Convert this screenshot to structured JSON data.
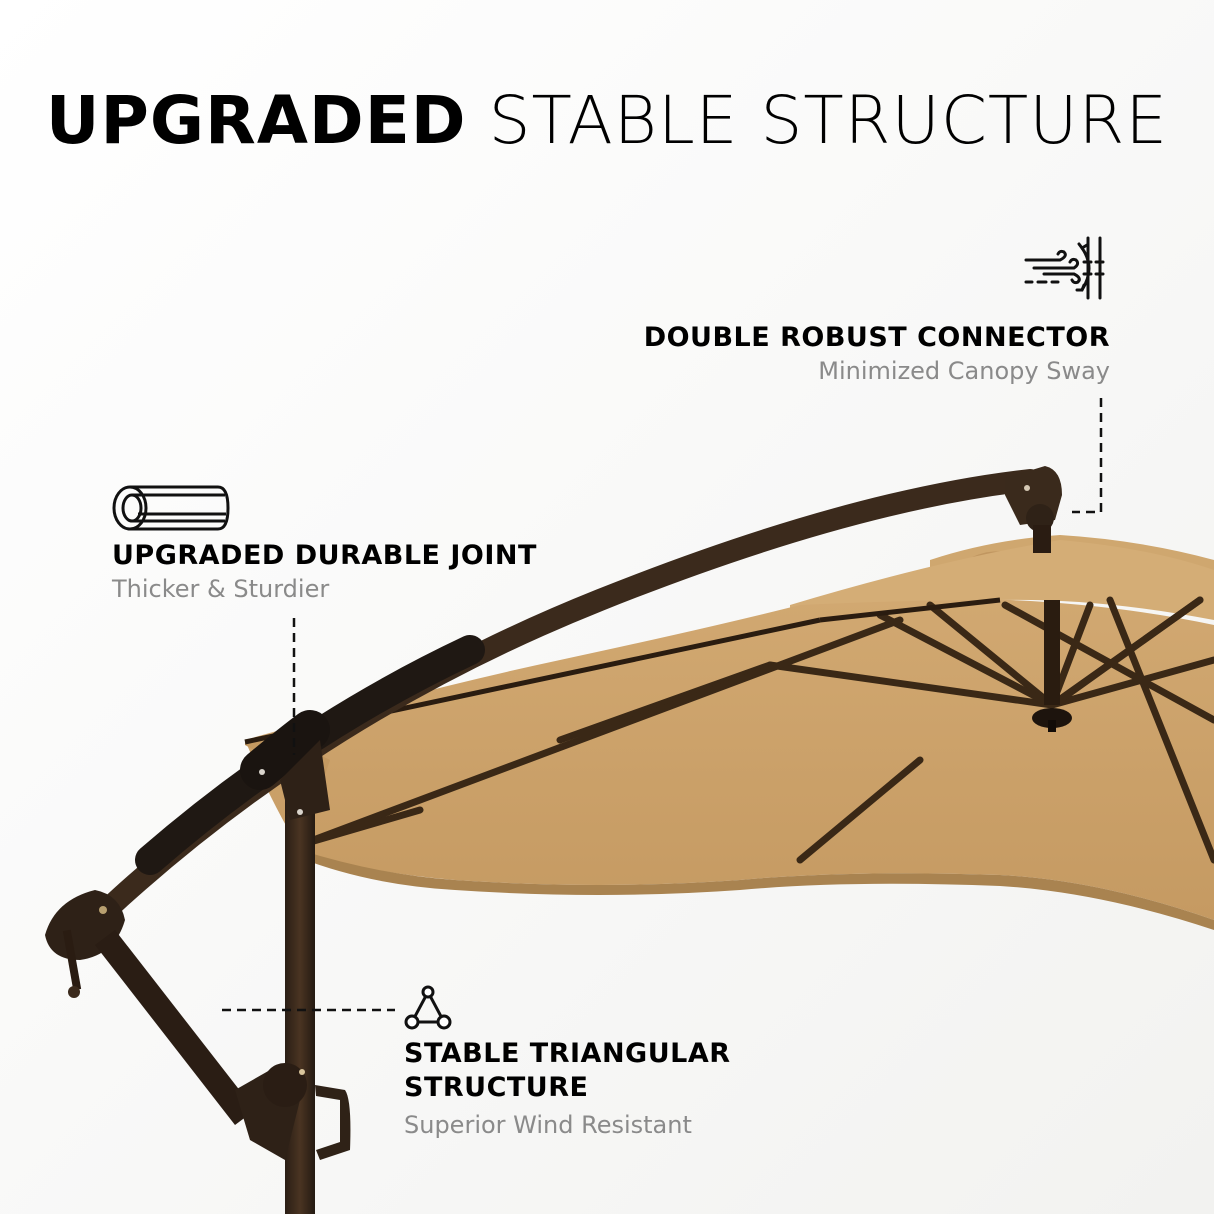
{
  "header": {
    "title_bold": "UPGRADED",
    "title_light": "STABLE STRUCTURE"
  },
  "features": [
    {
      "title": "DOUBLE ROBUST CONNECTOR",
      "subtitle": "Minimized Canopy Sway",
      "icon": "wind-resistance-icon"
    },
    {
      "title": "UPGRADED DURABLE JOINT",
      "subtitle": "Thicker & Sturdier",
      "icon": "tube-pipe-icon"
    },
    {
      "title_line1": "STABLE TRIANGULAR",
      "title_line2": "STRUCTURE",
      "subtitle": "Superior Wind Resistant",
      "icon": "triangle-structure-icon"
    }
  ],
  "colors": {
    "canopy": "#c9a06a",
    "canopy_shade": "#b88f5a",
    "frame": "#3a2a1c",
    "frame_dark": "#1f1712",
    "text": "#000000",
    "subtext": "#8a8a8a"
  }
}
